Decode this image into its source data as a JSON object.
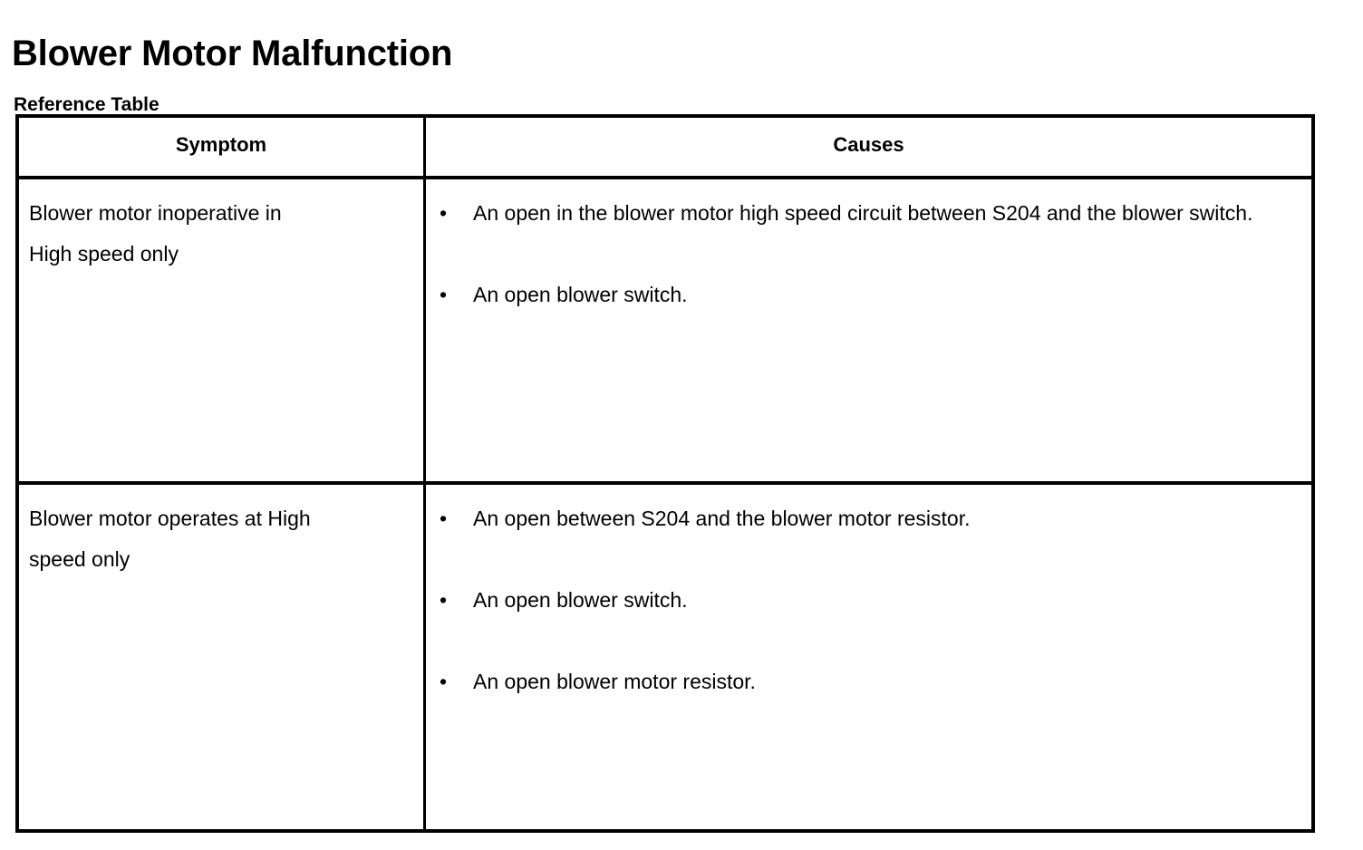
{
  "document": {
    "title": "Blower Motor Malfunction",
    "subtitle": "Reference Table"
  },
  "table": {
    "headers": {
      "symptom": "Symptom",
      "causes": "Causes"
    },
    "bullet_glyph": "•",
    "rows": [
      {
        "symptom_lines": [
          "Blower motor inoperative in",
          "High speed only"
        ],
        "causes": [
          "An open in the blower motor high speed circuit between S204 and the blower switch.",
          "An open blower switch."
        ]
      },
      {
        "symptom_lines": [
          "Blower motor operates at High",
          "speed only"
        ],
        "causes": [
          "An open between S204 and the blower motor resistor.",
          "An open blower switch.",
          "An open blower motor resistor."
        ]
      }
    ]
  },
  "colors": {
    "text": "#000000",
    "border": "#000000",
    "background": "#ffffff"
  }
}
